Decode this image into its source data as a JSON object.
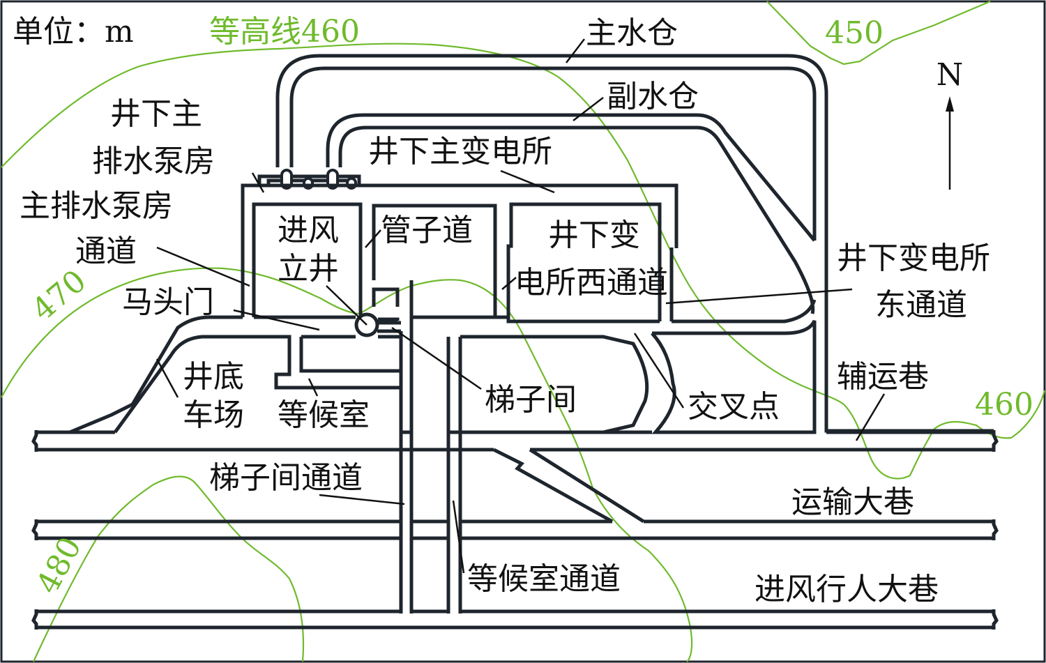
{
  "diagram": {
    "title": "井下主要硐室与巷道布置示意图",
    "unit_label": "单位：m",
    "north_label": "N",
    "colors": {
      "tunnel_stroke": "#1e252d",
      "contour_line": "#6fba2c",
      "label_text": "#111111",
      "background": "#ffffff"
    },
    "contours": [
      {
        "id": "c450",
        "label": "450"
      },
      {
        "id": "c460-top",
        "label": "等高线460"
      },
      {
        "id": "c460-right",
        "label": "460"
      },
      {
        "id": "c470",
        "label": "470"
      },
      {
        "id": "c480",
        "label": "480"
      }
    ],
    "labels": {
      "main_sump": "主水仓",
      "aux_sump": "副水仓",
      "pump_room_line1": "井下主",
      "pump_room_line2": "排水泵房",
      "pump_passage_line1": "主排水泵房",
      "pump_passage_line2": "通道",
      "main_substation": "井下主变电所",
      "intake_shaft_line1": "进风",
      "intake_shaft_line2": "立井",
      "pipe_way": "管子道",
      "substation_west_line1": "井下变",
      "substation_west_line2": "电所西通道",
      "substation_east_line1": "井下变电所",
      "substation_east_line2": "东通道",
      "horse_head_door": "马头门",
      "shaft_bottom_yard_line1": "井底",
      "shaft_bottom_yard_line2": "车场",
      "waiting_room": "等候室",
      "ladder_room": "梯子间",
      "crossing_point": "交叉点",
      "aux_haulage_way": "辅运巷",
      "ladder_passage": "梯子间通道",
      "haulage_roadway": "运输大巷",
      "waiting_passage": "等候室通道",
      "intake_pedestrian_roadway": "进风行人大巷"
    }
  }
}
